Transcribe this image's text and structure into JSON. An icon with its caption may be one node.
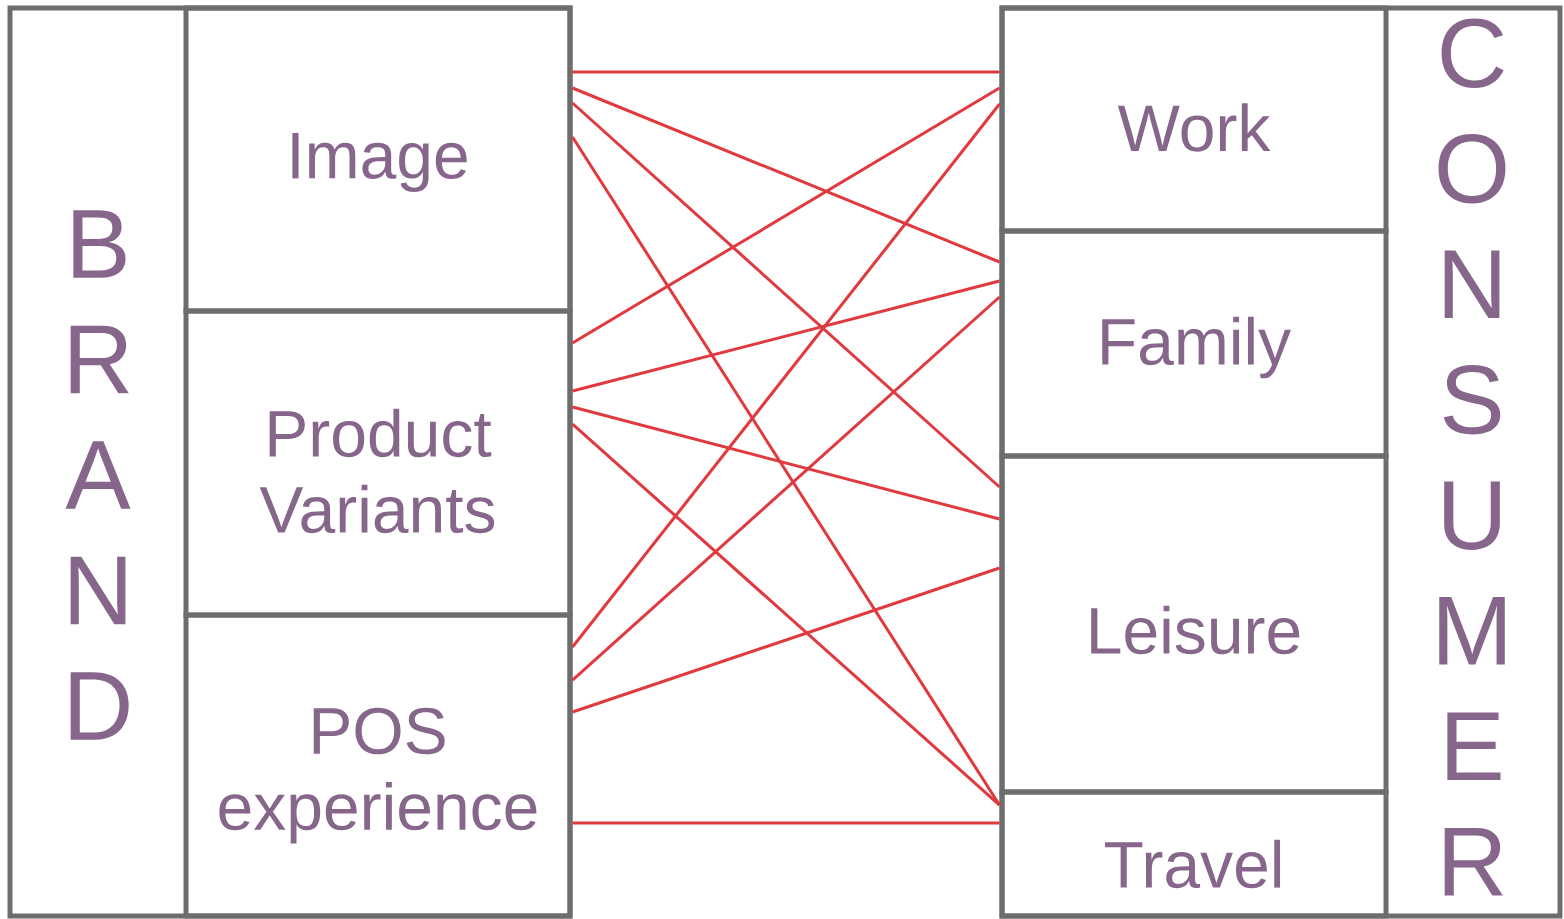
{
  "diagram": {
    "nodes": [
      {
        "text": [
          "BRAND"
        ]
      },
      {
        "text": [
          "Image"
        ],
        "in": 0
      },
      {
        "text": [
          "Product Variants"
        ],
        "in": 0
      },
      {
        "text": [
          "POS experience"
        ],
        "in": 0
      },
      {
        "text": [
          "CONSUMER"
        ]
      },
      {
        "text": [
          "Work"
        ],
        "in": 4
      },
      {
        "text": [
          "Family"
        ],
        "in": 4
      },
      {
        "text": [
          "Leisure"
        ],
        "in": 4
      },
      {
        "text": [
          "Travel"
        ],
        "in": 4
      }
    ],
    "edges": [
      {
        "from": 1,
        "to": 5,
        "arrow": "none"
      },
      {
        "from": 1,
        "to": 6,
        "arrow": "none"
      },
      {
        "from": 1,
        "to": 7,
        "arrow": "none"
      },
      {
        "from": 1,
        "to": 8,
        "arrow": "none"
      },
      {
        "from": 2,
        "to": 5,
        "arrow": "none"
      },
      {
        "from": 2,
        "to": 6,
        "arrow": "none"
      },
      {
        "from": 2,
        "to": 7,
        "arrow": "none"
      },
      {
        "from": 2,
        "to": 8,
        "arrow": "none"
      },
      {
        "from": 3,
        "to": 5,
        "arrow": "none"
      },
      {
        "from": 3,
        "to": 6,
        "arrow": "none"
      },
      {
        "from": 3,
        "to": 7,
        "arrow": "none"
      },
      {
        "from": 3,
        "to": 8,
        "arrow": "none"
      }
    ]
  }
}
